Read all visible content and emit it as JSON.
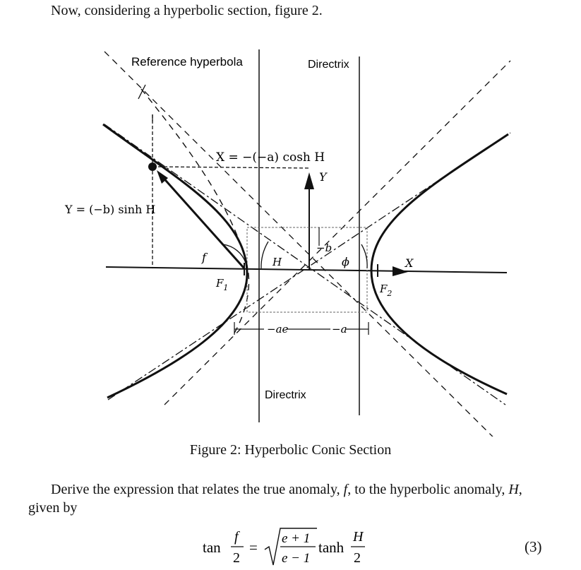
{
  "intro_text": "Now, considering a hyperbolic section, figure 2.",
  "figure": {
    "labels": {
      "reference_hyperbola": "Reference hyperbola",
      "directrix_top": "Directrix",
      "directrix_bottom": "Directrix",
      "x_eq": "X = −(−a) cosh H",
      "y_eq": "Y = (−b) sinh H",
      "y_axis": "Y",
      "x_axis": "X",
      "f": "f",
      "H": "H",
      "phi": "ϕ",
      "minus_b": "−b",
      "F1": "F",
      "F1_sub": "1",
      "F2": "F",
      "F2_sub": "2",
      "minus_ae": "−ae",
      "minus_a": "−a"
    }
  },
  "caption": "Figure 2: Hyperbolic Conic Section",
  "paragraph": {
    "p1": "Derive the expression that relates the true anomaly, ",
    "f": "f",
    "p2": ", to the hyperbolic anomaly, ",
    "H": "H",
    "p3": ", given by"
  },
  "equation": {
    "tan": "tan",
    "f": "f",
    "two": "2",
    "equals": "=",
    "num": "e + 1",
    "den": "e − 1",
    "tanh": "tanh",
    "H": "H",
    "two_b": "2",
    "number": "(3)"
  }
}
